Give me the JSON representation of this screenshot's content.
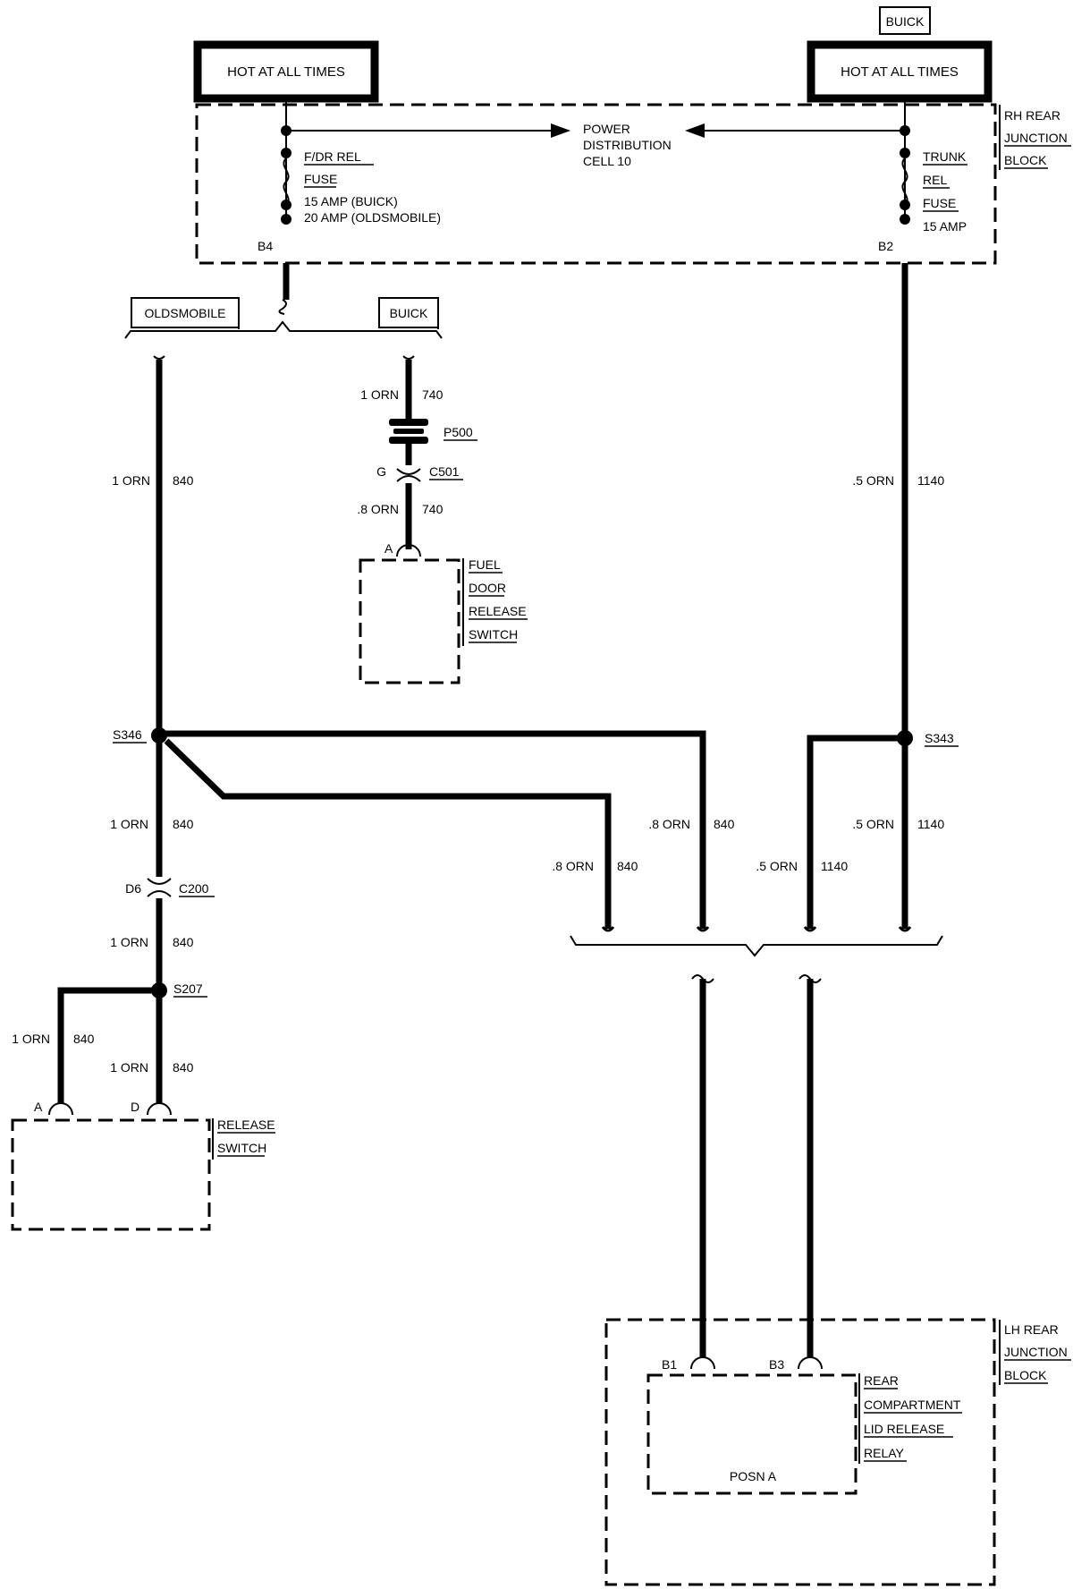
{
  "power_sources": {
    "left_label": "HOT AT ALL TIMES",
    "right_label": "HOT AT ALL TIMES",
    "right_variant": "BUICK"
  },
  "rh_junction_block": {
    "label_lines": [
      "RH REAR",
      "JUNCTION",
      "BLOCK"
    ],
    "power_distribution": [
      "POWER",
      "DISTRIBUTION",
      "CELL 10"
    ],
    "left_fuse": [
      "F/DR REL",
      "FUSE",
      "15 AMP (BUICK)",
      "20 AMP (OLDSMOBILE)"
    ],
    "left_pin": "B4",
    "right_fuse": [
      "TRUNK",
      "REL",
      "FUSE",
      "15 AMP"
    ],
    "right_pin": "B2"
  },
  "variant_labels": {
    "left": "OLDSMOBILE",
    "right": "BUICK"
  },
  "wire_labels": {
    "w840_top_gauge": "1 ORN",
    "w840_top_num": "840",
    "w740_top_gauge": "1 ORN",
    "w740_top_num": "740",
    "w740_bot_gauge": ".8 ORN",
    "w740_bot_num": "740",
    "w1140_top_gauge": ".5 ORN",
    "w1140_top_num": "1140",
    "w840_mid_gauge": "1 ORN",
    "w840_mid_num": "840",
    "w840_lower_gauge": "1 ORN",
    "w840_lower_num": "840",
    "w840_a_gauge": "1 ORN",
    "w840_a_num": "840",
    "w840_d_gauge": "1 ORN",
    "w840_d_num": "840",
    "w840_b1_gauge": ".8 ORN",
    "w840_b1_num": "840",
    "w840_b2_gauge": ".8 ORN",
    "w840_b2_num": "840",
    "w1140_b1_gauge": ".5 ORN",
    "w1140_b1_num": "1140",
    "w1140_b2_gauge": ".5 ORN",
    "w1140_b2_num": "1140"
  },
  "connectors": {
    "p500": "P500",
    "c501": "C501",
    "c501_pin": "G",
    "c200": "C200",
    "c200_pin": "D6"
  },
  "splices": {
    "s346": "S346",
    "s343": "S343",
    "s207": "S207"
  },
  "fuel_door_switch": {
    "pin": "A",
    "label_lines": [
      "FUEL",
      "DOOR",
      "RELEASE",
      "SWITCH"
    ]
  },
  "release_switch": {
    "pin_a": "A",
    "pin_d": "D",
    "label_lines": [
      "RELEASE",
      "SWITCH"
    ]
  },
  "lh_junction_block": {
    "label_lines": [
      "LH REAR",
      "JUNCTION",
      "BLOCK"
    ]
  },
  "relay": {
    "pin_b1": "B1",
    "pin_b3": "B3",
    "label_lines": [
      "REAR",
      "COMPARTMENT",
      "LID RELEASE",
      "RELAY"
    ],
    "position": "POSN A"
  }
}
